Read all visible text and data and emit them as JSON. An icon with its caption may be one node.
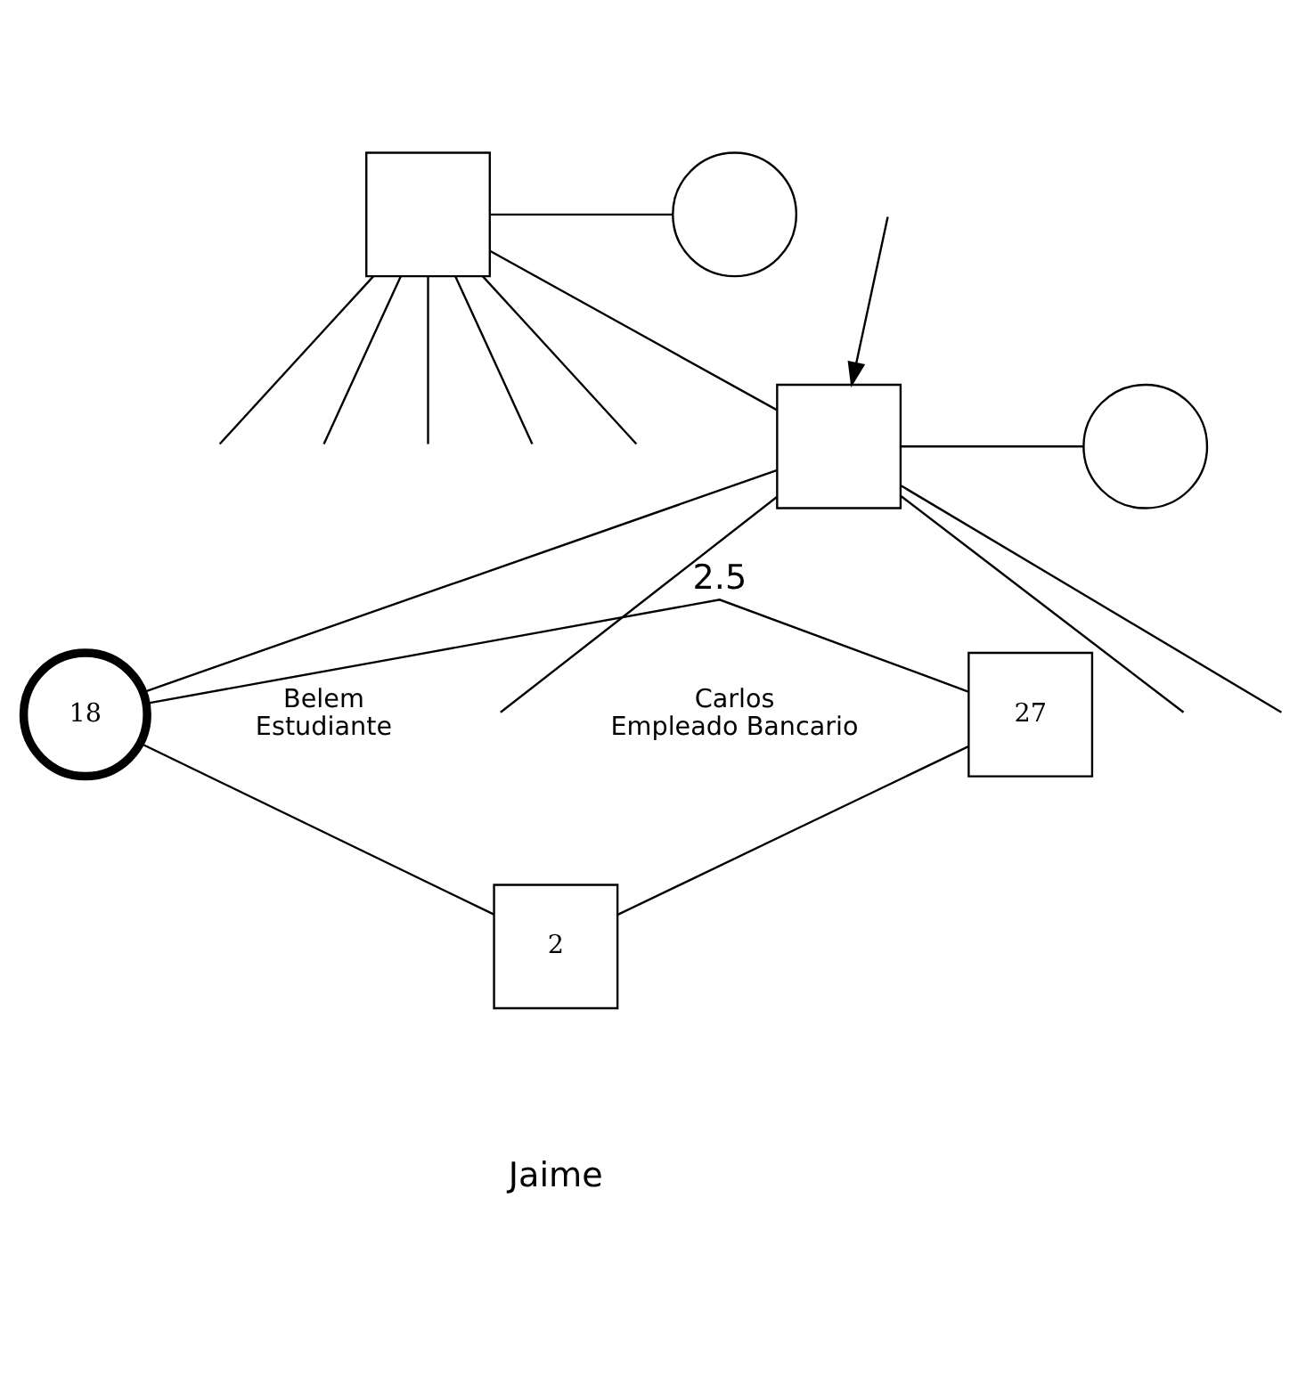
{
  "diagram": {
    "nodes": [
      {
        "text": [],
        "shape": "box"
      },
      {
        "text": [],
        "shape": "circle"
      },
      {
        "text": [],
        "shape": "box"
      },
      {
        "text": [],
        "shape": "circle"
      },
      {
        "text": [
          "27"
        ],
        "beside": [
          "Carlos",
          "Empleado Bancario"
        ]
      },
      {
        "text": [
          "18"
        ],
        "beside": [
          "Belem",
          "Estudiante"
        ]
      },
      {
        "text": [
          "2"
        ]
      }
    ],
    "edges": [
      {
        "from": 0,
        "to": 1,
        "arrow": "none"
      },
      {
        "from": 0,
        "to": 2,
        "arrow": "none"
      },
      {
        "from": 0,
        "to": null,
        "arrow": "none"
      },
      {
        "from": 0,
        "to": null,
        "arrow": "none"
      },
      {
        "from": 0,
        "to": null,
        "arrow": "none"
      },
      {
        "from": 0,
        "to": null,
        "arrow": "none"
      },
      {
        "from": 0,
        "to": null,
        "arrow": "none"
      },
      {
        "from": 2,
        "to": 3,
        "arrow": "none"
      },
      {
        "from": 2,
        "to": null,
        "arrow": "none"
      },
      {
        "from": 2,
        "to": 5,
        "arrow": "none"
      },
      {
        "from": 2,
        "to": null,
        "arrow": "none"
      },
      {
        "from": 2,
        "to": null,
        "arrow": "none"
      },
      {
        "from": null,
        "to": 2,
        "arrow": "to"
      },
      {
        "from": 4,
        "to": 5,
        "arrow": "none",
        "label": "2.5"
      },
      {
        "from": 4,
        "to": 6,
        "arrow": "none"
      },
      {
        "from": 5,
        "to": 6,
        "arrow": "none"
      }
    ],
    "labels": [
      "Jaime"
    ]
  }
}
